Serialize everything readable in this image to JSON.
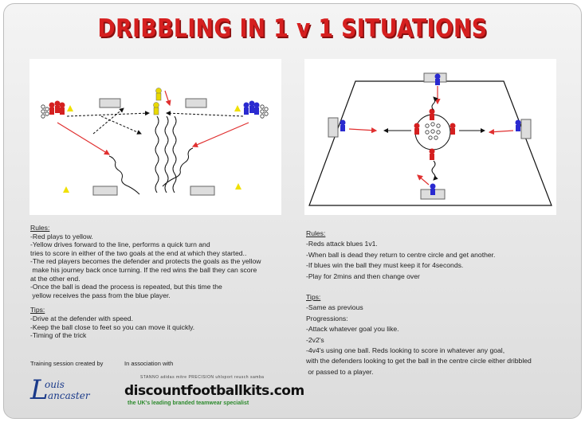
{
  "title": "DRIBBLING IN 1 v 1 SITUATIONS",
  "left": {
    "rules_heading": "Rules:",
    "rules": [
      "-Red plays to yellow.",
      "-Yellow drives forward to the line, performs a quick turn and",
      "tries to score in either of the two goals at the end at which they started..",
      "-The red players becomes the defender and protects the goals as the yellow",
      " make his journey back once turning. If the red wins the ball they can score",
      "at the other end.",
      "-Once the ball is dead the process is repeated, but this time the",
      " yellow receives the pass from the blue player."
    ],
    "tips_heading": "Tips:",
    "tips": [
      "-Drive at the defender with speed.",
      "-Keep the ball close to feet so you can move it quickly.",
      "-Timing of the trick"
    ]
  },
  "right": {
    "rules_heading": "Rules:",
    "rules": [
      "-Reds attack blues 1v1.",
      "-When ball is dead they return to centre circle and get another.",
      "-If blues win the ball they must keep it for 4seconds.",
      "-Play for 2mins and then change over"
    ],
    "tips_heading": "Tips:",
    "tips": [
      "-Same as previous",
      "Progressions:",
      "-Attack whatever goal you like.",
      "-2v2's",
      "-4v4's using one ball. Reds looking to score in whatever any goal,",
      "with the defenders looking to get the ball in the centre circle either dribbled",
      " or passed to a player."
    ]
  },
  "footer": {
    "created_by": "Training session created by",
    "association": "In association with",
    "logo_name_top": "ouis",
    "logo_name_bottom": "ancaster",
    "sponsor_logos": "STANNO  adidas  mitre  PRECISION  uhlsport  reusch  samba",
    "brand": "discountfootballkits.com",
    "tagline": "the UK's leading branded teamwear specialist"
  },
  "colors": {
    "title": "#d61f1f",
    "red_player": "#d42020",
    "blue_player": "#2a2ad0",
    "yellow_player": "#e8d800",
    "arrow_red": "#e03030",
    "tagline": "#2e8b2e"
  }
}
